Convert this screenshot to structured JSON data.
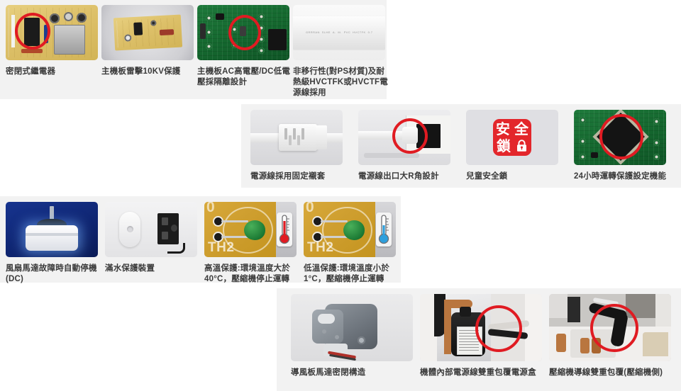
{
  "page": {
    "title": "產品安全設計特點",
    "background_color": "#ffffff",
    "panel_color": "#f2f2f2",
    "caption_color": "#3b3b3b",
    "accent_red": "#e01b22"
  },
  "sections": [
    {
      "id": "section-1",
      "items": [
        {
          "caption": "密閉式繼電器",
          "image": "sealed-relay-pcb-photo",
          "has_red_circle": true
        },
        {
          "caption": "主機板雷擊10KV保護",
          "image": "mainboard-lightning-protection-photo",
          "has_red_circle": false
        },
        {
          "caption": "主機板AC高電壓/DC低電壓採隔離設計",
          "image": "mainboard-ac-dc-isolation-photo",
          "has_red_circle": true
        },
        {
          "caption": "非移行性(對PS材質)及耐熱級HVCTFK或HVCTF電源線採用",
          "image": "power-cord-material-photo",
          "has_red_circle": false
        }
      ]
    },
    {
      "id": "section-2",
      "items": [
        {
          "caption": "電源線採用固定襯套",
          "image": "power-cord-bushing-photo",
          "has_red_circle": false
        },
        {
          "caption": "電源線出口大R角設計",
          "image": "power-cord-outlet-r-angle-photo",
          "has_red_circle": true
        },
        {
          "caption": "兒童安全鎖",
          "image": "child-safety-lock-badge",
          "has_red_circle": false
        },
        {
          "caption": "24小時運轉保護設定機能",
          "image": "24h-operation-protection-chip-photo",
          "has_red_circle": true
        }
      ]
    },
    {
      "id": "section-3",
      "items": [
        {
          "caption": "風扇馬達故障時自動停機(DC)",
          "image": "dc-fan-motor-photo",
          "has_red_circle": false
        },
        {
          "caption": "滿水保護裝置",
          "image": "water-full-protection-sensor-photo",
          "has_red_circle": false
        },
        {
          "caption": "高溫保護:環境溫度大於40°C，壓縮機停止運轉",
          "image": "high-temp-thermistor-photo",
          "has_red_circle": false,
          "thermistor_label": "TH2",
          "thermo_color": "#e01b22"
        },
        {
          "caption": "低溫保護:環境溫度小於1°C，壓縮機停止運轉",
          "image": "low-temp-thermistor-photo",
          "has_red_circle": false,
          "thermistor_label": "TH2",
          "thermo_color": "#2e9fdc"
        }
      ]
    },
    {
      "id": "section-4",
      "items": [
        {
          "caption": "導風板馬達密閉構造",
          "image": "louver-motor-sealed-photo",
          "has_red_circle": false
        },
        {
          "caption": "機體內部電源線雙重包覆電源盒",
          "image": "internal-power-cord-double-wrap-photo",
          "has_red_circle": true
        },
        {
          "caption": "壓縮機導線雙重包覆(壓縮機側)",
          "image": "compressor-wire-double-wrap-photo",
          "has_red_circle": true
        }
      ]
    }
  ],
  "badge": {
    "line1": "安全",
    "line2": "鎖",
    "char_an": "安",
    "char_quan": "全",
    "char_suo": "鎖",
    "color": "#e3262b",
    "lock_icon": "padlock-icon"
  }
}
